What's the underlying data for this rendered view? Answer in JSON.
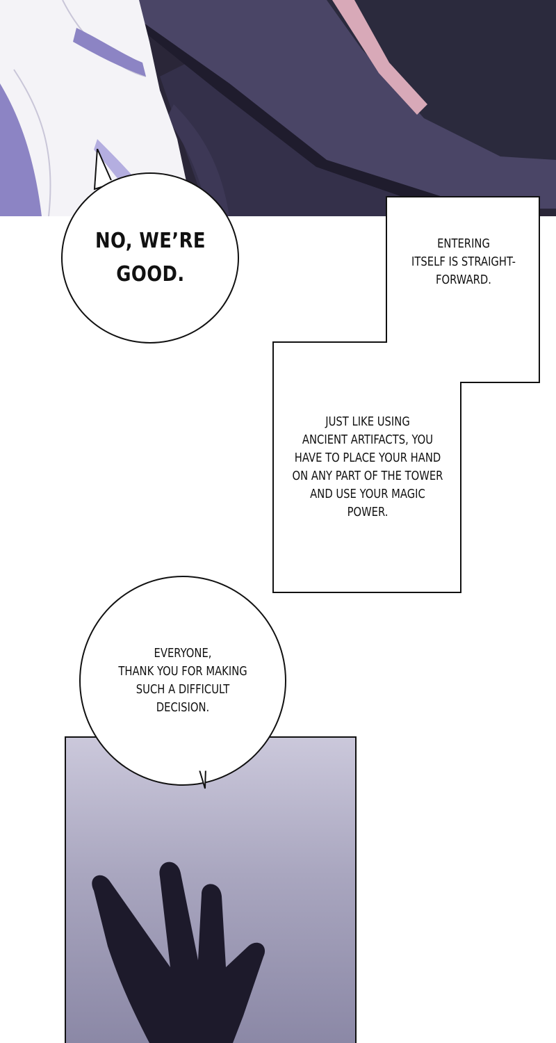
{
  "colors": {
    "top_panel_dark": "#2a2638",
    "coat_violet": "#4a4566",
    "hat_brim": "#2b2a3d",
    "hat_band_pink": "#d8a9b8",
    "hair_white": "#f4f3f7",
    "hair_shadow": "#8c84c4",
    "bottom_panel_light": "#cbc8db",
    "bottom_panel_dark": "#8b88a6",
    "hand_silhouette": "#1d1a2b",
    "ink": "#111111"
  },
  "bubbles": {
    "good": {
      "text": "NO, WE’RE\nGOOD."
    },
    "everyone": {
      "text": "EVERYONE,\nTHANK YOU FOR MAKING\nSUCH A DIFFICULT\nDECISION."
    }
  },
  "captions": {
    "entering": {
      "text": "ENTERING\nITSELF IS STRAIGHT-\nFORWARD."
    },
    "artifacts": {
      "text": "JUST LIKE USING\nANCIENT ARTIFACTS, YOU\nHAVE TO PLACE YOUR HAND\nON ANY PART OF THE TOWER\nAND USE YOUR MAGIC\nPOWER."
    }
  },
  "icons": {
    "top_panel": "character-with-hat-illustration",
    "bottom_panel": "reaching-hand-silhouette"
  }
}
